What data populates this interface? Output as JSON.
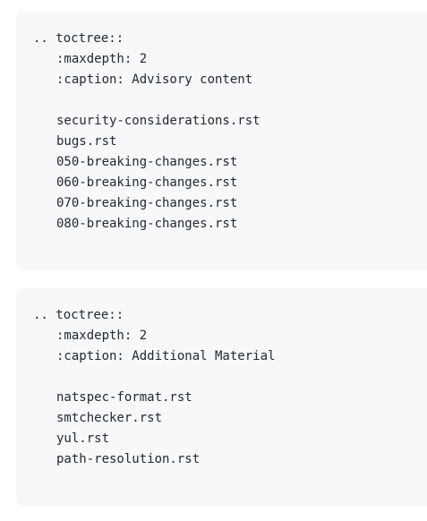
{
  "blocks": [
    {
      "directive": ".. toctree::",
      "options": [
        ":maxdepth: 2",
        ":caption: Advisory content"
      ],
      "entries": [
        "security-considerations.rst",
        "bugs.rst",
        "050-breaking-changes.rst",
        "060-breaking-changes.rst",
        "070-breaking-changes.rst",
        "080-breaking-changes.rst"
      ]
    },
    {
      "directive": ".. toctree::",
      "options": [
        ":maxdepth: 2",
        ":caption: Additional Material"
      ],
      "entries": [
        "natspec-format.rst",
        "smtchecker.rst",
        "yul.rst",
        "path-resolution.rst"
      ]
    }
  ]
}
